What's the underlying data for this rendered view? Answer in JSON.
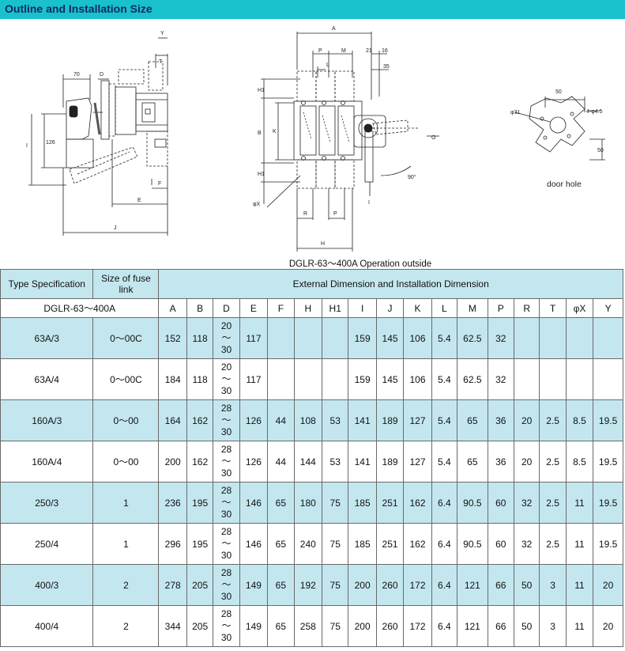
{
  "header": {
    "title": "Outline and Installation Size"
  },
  "drawing": {
    "caption": "DGLR-63～400A Operation outside",
    "door_hole_label": "door hole",
    "side_view_labels": {
      "d70": "70",
      "D": "D",
      "Y": "Y",
      "T": "T",
      "d126": "126",
      "I": "I",
      "E": "E",
      "F": "F",
      "J": "J"
    },
    "front_view_labels": {
      "A": "A",
      "P": "P",
      "M": "M",
      "d21": "21",
      "d16": "16",
      "d35": "35",
      "L": "L",
      "H1": "H1",
      "B": "B",
      "K": "K",
      "O": "O",
      "deg90": "90°",
      "phiX": "φX",
      "R": "R",
      "H": "H",
      "I": "I"
    },
    "door_labels": {
      "d50_top": "50",
      "phi31": "φ31",
      "holes": "4-φ4.5",
      "d50_side": "50"
    }
  },
  "table": {
    "header1": {
      "type_spec": "Type Specification",
      "fuse_size": "Size of fuse link",
      "ext_dim": "External Dimension and Installation Dimension"
    },
    "header2": {
      "model": "DGLR-63～400A",
      "columns": [
        "A",
        "B",
        "D",
        "E",
        "F",
        "H",
        "H1",
        "I",
        "J",
        "K",
        "L",
        "M",
        "P",
        "R",
        "T",
        "φX",
        "Y"
      ]
    },
    "rows": [
      {
        "type": "63A/3",
        "fuse": "0～00C",
        "A": "152",
        "B": "118",
        "D": [
          "20",
          "～",
          "30"
        ],
        "E": "117",
        "F": "",
        "H": "",
        "H1": "",
        "I": "159",
        "J": "145",
        "K": "106",
        "L": "5.4",
        "M": "62.5",
        "P": "32",
        "R": "",
        "T": "",
        "X": "",
        "Y": ""
      },
      {
        "type": "63A/4",
        "fuse": "0～00C",
        "A": "184",
        "B": "118",
        "D": [
          "20",
          "～",
          "30"
        ],
        "E": "117",
        "F": "",
        "H": "",
        "H1": "",
        "I": "159",
        "J": "145",
        "K": "106",
        "L": "5.4",
        "M": "62.5",
        "P": "32",
        "R": "",
        "T": "",
        "X": "",
        "Y": ""
      },
      {
        "type": "160A/3",
        "fuse": "0～00",
        "A": "164",
        "B": "162",
        "D": [
          "28",
          "～",
          "30"
        ],
        "E": "126",
        "F": "44",
        "H": "108",
        "H1": "53",
        "I": "141",
        "J": "189",
        "K": "127",
        "L": "5.4",
        "M": "65",
        "P": "36",
        "R": "20",
        "T": "2.5",
        "X": "8.5",
        "Y": "19.5"
      },
      {
        "type": "160A/4",
        "fuse": "0～00",
        "A": "200",
        "B": "162",
        "D": [
          "28",
          "～",
          "30"
        ],
        "E": "126",
        "F": "44",
        "H": "144",
        "H1": "53",
        "I": "141",
        "J": "189",
        "K": "127",
        "L": "5.4",
        "M": "65",
        "P": "36",
        "R": "20",
        "T": "2.5",
        "X": "8.5",
        "Y": "19.5"
      },
      {
        "type": "250/3",
        "fuse": "1",
        "A": "236",
        "B": "195",
        "D": [
          "28",
          "～",
          "30"
        ],
        "E": "146",
        "F": "65",
        "H": "180",
        "H1": "75",
        "I": "185",
        "J": "251",
        "K": "162",
        "L": "6.4",
        "M": "90.5",
        "P": "60",
        "R": "32",
        "T": "2.5",
        "X": "11",
        "Y": "19.5"
      },
      {
        "type": "250/4",
        "fuse": "1",
        "A": "296",
        "B": "195",
        "D": [
          "28",
          "～",
          "30"
        ],
        "E": "146",
        "F": "65",
        "H": "240",
        "H1": "75",
        "I": "185",
        "J": "251",
        "K": "162",
        "L": "6.4",
        "M": "90.5",
        "P": "60",
        "R": "32",
        "T": "2.5",
        "X": "11",
        "Y": "19.5"
      },
      {
        "type": "400/3",
        "fuse": "2",
        "A": "278",
        "B": "205",
        "D": [
          "28",
          "～",
          "30"
        ],
        "E": "149",
        "F": "65",
        "H": "192",
        "H1": "75",
        "I": "200",
        "J": "260",
        "K": "172",
        "L": "6.4",
        "M": "121",
        "P": "66",
        "R": "50",
        "T": "3",
        "X": "11",
        "Y": "20"
      },
      {
        "type": "400/4",
        "fuse": "2",
        "A": "344",
        "B": "205",
        "D": [
          "28",
          "～",
          "30"
        ],
        "E": "149",
        "F": "65",
        "H": "258",
        "H1": "75",
        "I": "200",
        "J": "260",
        "K": "172",
        "L": "6.4",
        "M": "121",
        "P": "66",
        "R": "50",
        "T": "3",
        "X": "11",
        "Y": "20"
      }
    ]
  }
}
